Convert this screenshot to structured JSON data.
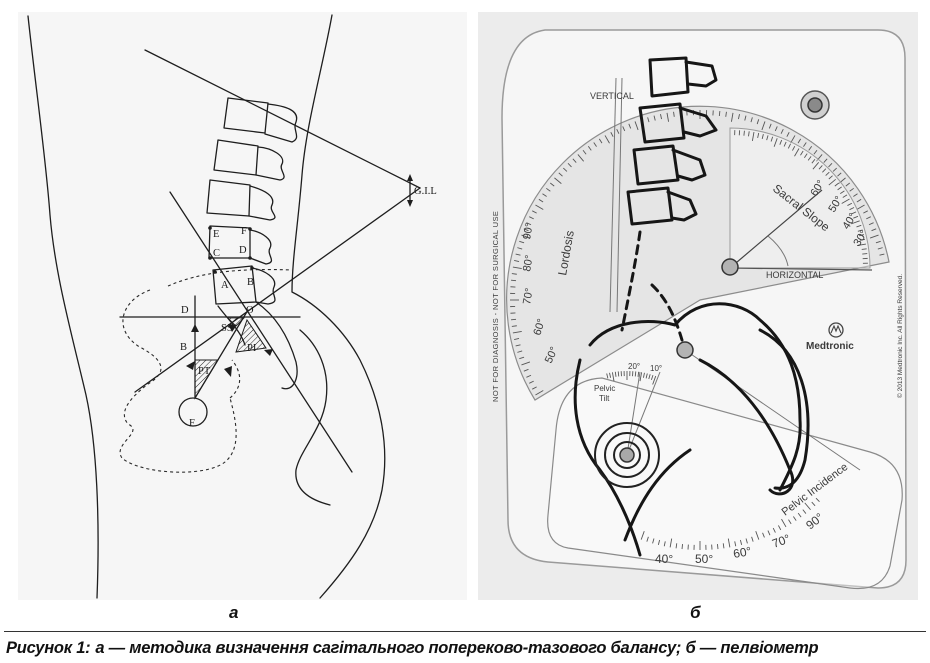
{
  "panel_a": {
    "label": "а",
    "marks": {
      "gil": "G.I.L",
      "e": "E",
      "f_upper": "F",
      "c": "C",
      "d_upper": "D",
      "a": "A",
      "b_upper": "B",
      "d_lower": "D",
      "o": "O",
      "ss": "SS",
      "b_lower": "B",
      "pi": "PI",
      "pt": "PT",
      "f_lower": "F"
    }
  },
  "panel_b": {
    "label": "б",
    "device": {
      "vertical": "VERTICAL",
      "horizontal": "HORIZONTAL",
      "sacral_slope": "Sacral Slope",
      "sacral_scale": [
        "60°",
        "50°",
        "40°",
        "30°"
      ],
      "lordosis": "Lordosis",
      "lordosis_scale": [
        "90°",
        "80°",
        "70°",
        "60°",
        "50°"
      ],
      "disclaimer": "NOT FOR DIAGNOSIS - NOT FOR SURGICAL USE",
      "brand": "Medtronic",
      "copyright": "© 2013 Medtronic Inc. All Rights Reserved.",
      "pelvic_tilt": [
        "Pelvic",
        "Tilt"
      ],
      "tilt_scale": [
        "20°",
        "10°"
      ],
      "pelvic_incidence": "Pelvic Incidence",
      "incidence_scale": [
        "90°",
        "70°",
        "60°",
        "50°",
        "40°"
      ]
    }
  },
  "caption": {
    "prefix": "Рисунок 1:",
    "text": "а — методика визначення сагітального попереково-тазового балансу; б — пелвіометр"
  }
}
